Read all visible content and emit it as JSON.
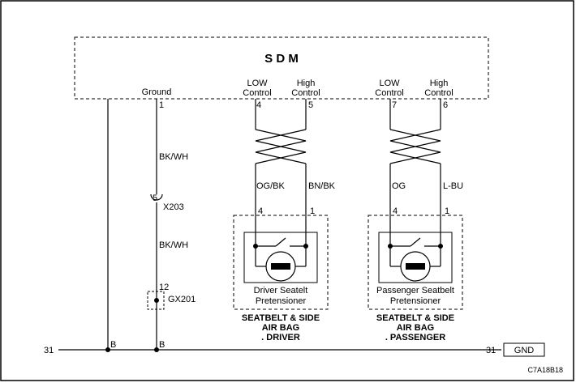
{
  "module": {
    "title": "S D M"
  },
  "sdm_pins": {
    "ground": {
      "label": "Ground",
      "pin": "1"
    },
    "driver_low": {
      "label_line1": "LOW",
      "label_line2": "Control",
      "pin": "4"
    },
    "driver_high": {
      "label_line1": "High",
      "label_line2": "Control",
      "pin": "5"
    },
    "pass_low": {
      "label_line1": "LOW",
      "label_line2": "Control",
      "pin": "7"
    },
    "pass_high": {
      "label_line1": "High",
      "label_line2": "Control",
      "pin": "6"
    }
  },
  "ground_path": {
    "wire_upper": "BK/WH",
    "connector": {
      "name": "X203",
      "pin": "5"
    },
    "wire_lower": "BK/WH",
    "ground_point": {
      "name": "GX201",
      "pin": "12"
    },
    "splice_left": "B",
    "splice_right": "B"
  },
  "driver": {
    "wire_low": "OG/BK",
    "wire_high": "BN/BK",
    "pin_low": "4",
    "pin_high": "1",
    "device_line1": "Driver Seatelt",
    "device_line2": "Pretensioner",
    "caption_line1": "SEATBELT & SIDE",
    "caption_line2": "AIR BAG",
    "caption_line3": ". DRIVER"
  },
  "passenger": {
    "wire_low": "OG",
    "wire_high": "L-BU",
    "pin_low": "4",
    "pin_high": "1",
    "device_line1": "Passenger Seatbelt",
    "device_line2": "Pretensioner",
    "caption_line1": "SEATBELT & SIDE",
    "caption_line2": "AIR BAG",
    "caption_line3": ". PASSENGER"
  },
  "bus": {
    "left_num": "31",
    "right_num": "31",
    "gnd_label": "GND"
  },
  "figure_code": "C7A18B18"
}
